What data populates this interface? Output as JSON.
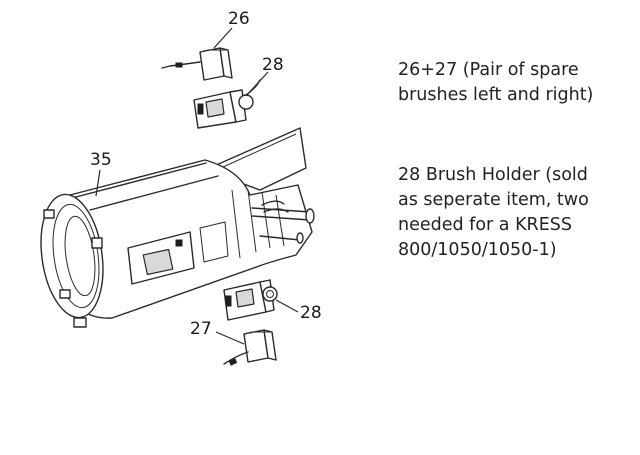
{
  "callouts": {
    "c26": "26",
    "c28_top": "28",
    "c35": "35",
    "c28_bottom": "28",
    "c27": "27"
  },
  "info": {
    "spare_brushes": "26+27 (Pair of spare\nbrushes left and right)",
    "brush_holder": "28 Brush Holder (sold\nas seperate item, two\nneeded for a KRESS\n800/1050/1050-1)"
  }
}
